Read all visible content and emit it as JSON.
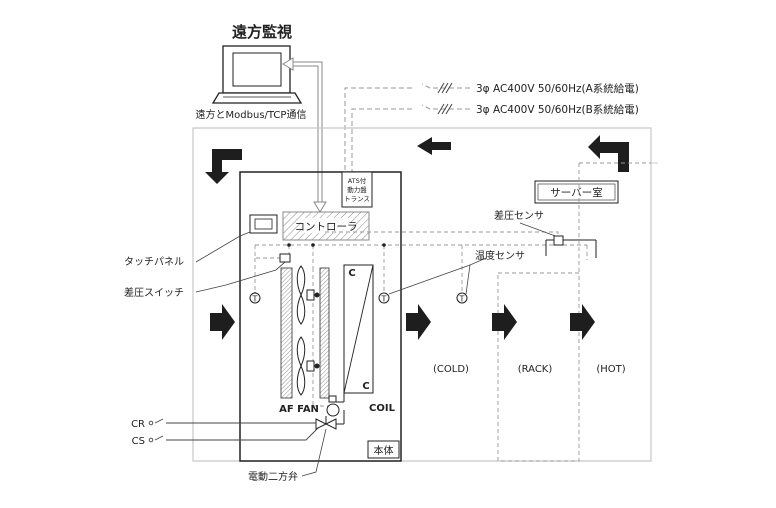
{
  "remote": {
    "title": "遠方監視",
    "comm_label": "遠方とModbus/TCP通信"
  },
  "power": {
    "line_a": "3φ AC400V 50/60Hz(A系統給電)",
    "line_b": "3φ AC400V 50/60Hz(B系統給電)"
  },
  "ats_label": [
    "ATS付",
    "動力盤",
    "トランス"
  ],
  "controller_label": "コントローラ",
  "server_room_label": "サーバー室",
  "touch_panel_label": "タッチパネル",
  "diff_pressure_switch_label": "差圧スイッチ",
  "diff_pressure_sensor_label": "差圧センサ",
  "temp_sensor_label": "温度センサ",
  "temp_symbol": "T",
  "coil_mark": "C",
  "fan_label": "AF FAN",
  "coil_label": "COIL",
  "zones": {
    "cold": "(COLD)",
    "rack": "(RACK)",
    "hot": "(HOT)"
  },
  "body_label": "本体",
  "valve_label": "電動二方弁",
  "signals": {
    "cr": "CR",
    "cs": "CS"
  },
  "colors": {
    "line": "#222222",
    "dashed": "#9a9a9a",
    "hatch": "#8a8a8a",
    "arrow": "#1e1e1e",
    "wall": "#c8c8c8"
  }
}
